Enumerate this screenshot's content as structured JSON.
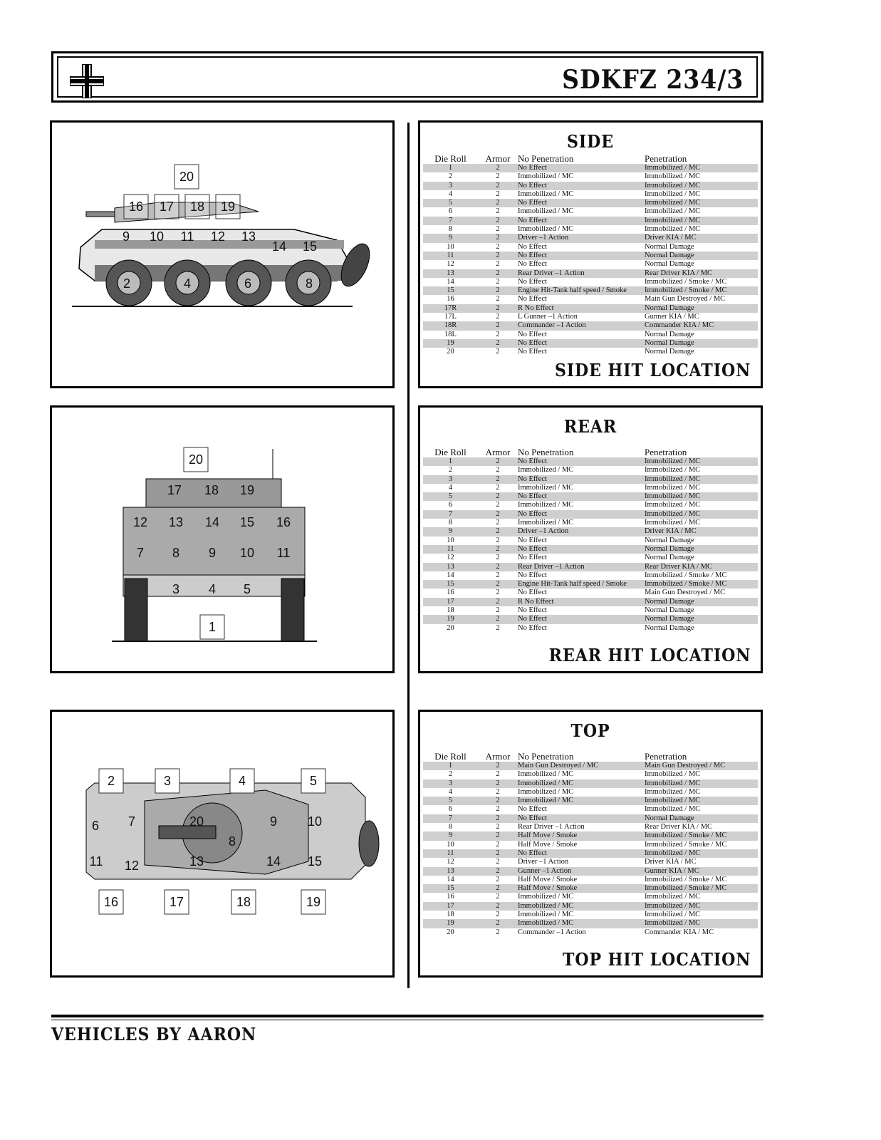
{
  "header": {
    "title": "SDKFZ 234/3"
  },
  "footer": {
    "credit": "VEHICLES BY AARON"
  },
  "columns": [
    "Die Roll",
    "Armor",
    "No Penetration",
    "Penetration"
  ],
  "diagrams": {
    "side": {
      "labels": [
        "20",
        "16",
        "17",
        "18",
        "19",
        "9",
        "10",
        "11",
        "12",
        "13",
        "14",
        "15",
        "2",
        "4",
        "6",
        "8"
      ]
    },
    "rear": {
      "labels": [
        "20",
        "17",
        "18",
        "19",
        "12",
        "13",
        "14",
        "15",
        "16",
        "7",
        "8",
        "9",
        "10",
        "11",
        "3",
        "4",
        "5",
        "1"
      ]
    },
    "top": {
      "labels": [
        "2",
        "3",
        "4",
        "5",
        "6",
        "7",
        "20",
        "8",
        "9",
        "10",
        "11",
        "12",
        "13",
        "14",
        "15",
        "16",
        "17",
        "18",
        "19"
      ]
    }
  },
  "tables": {
    "side": {
      "title": "SIDE",
      "footer": "SIDE HIT LOCATION",
      "rows": [
        [
          "1",
          "2",
          "No Effect",
          "Immobilized / MC"
        ],
        [
          "2",
          "2",
          "Immobilized / MC",
          "Immobilized / MC"
        ],
        [
          "3",
          "2",
          "No Effect",
          "Immobilized / MC"
        ],
        [
          "4",
          "2",
          "Immobilized / MC",
          "Immobilized / MC"
        ],
        [
          "5",
          "2",
          "No Effect",
          "Immobilized / MC"
        ],
        [
          "6",
          "2",
          "Immobilized / MC",
          "Immobilized / MC"
        ],
        [
          "7",
          "2",
          "No Effect",
          "Immobilized / MC"
        ],
        [
          "8",
          "2",
          "Immobilized / MC",
          "Immobilized / MC"
        ],
        [
          "9",
          "2",
          "Driver –1 Action",
          "Driver KIA / MC"
        ],
        [
          "10",
          "2",
          "No Effect",
          "Normal Damage"
        ],
        [
          "11",
          "2",
          "No Effect",
          "Normal Damage"
        ],
        [
          "12",
          "2",
          "No Effect",
          "Normal Damage"
        ],
        [
          "13",
          "2",
          "Rear Driver –1 Action",
          "Rear Driver KIA / MC"
        ],
        [
          "14",
          "2",
          "No Effect",
          "Immobilized / Smoke / MC"
        ],
        [
          "15",
          "2",
          "Engine Hit-Tank half speed / Smoke",
          "Immobilized / Smoke / MC"
        ],
        [
          "16",
          "2",
          "No Effect",
          "Main Gun Destroyed / MC"
        ],
        [
          "17R",
          "2",
          "R No Effect",
          "Normal Damage"
        ],
        [
          "17L",
          "2",
          "L Gunner –1 Action",
          "Gunner KIA / MC"
        ],
        [
          "18R",
          "2",
          "Commander –1 Action",
          "Commander KIA / MC"
        ],
        [
          "18L",
          "2",
          "No Effect",
          "Normal Damage"
        ],
        [
          "19",
          "2",
          "No Effect",
          "Normal Damage"
        ],
        [
          "20",
          "2",
          "No Effect",
          "Normal Damage"
        ]
      ]
    },
    "rear": {
      "title": "REAR",
      "footer": "REAR HIT LOCATION",
      "rows": [
        [
          "1",
          "2",
          "No Effect",
          "Immobilized / MC"
        ],
        [
          "2",
          "2",
          "Immobilized / MC",
          "Immobilized / MC"
        ],
        [
          "3",
          "2",
          "No Effect",
          "Immobilized / MC"
        ],
        [
          "4",
          "2",
          "Immobilized / MC",
          "Immobilized / MC"
        ],
        [
          "5",
          "2",
          "No Effect",
          "Immobilized / MC"
        ],
        [
          "6",
          "2",
          "Immobilized / MC",
          "Immobilized / MC"
        ],
        [
          "7",
          "2",
          "No Effect",
          "Immobilized / MC"
        ],
        [
          "8",
          "2",
          "Immobilized / MC",
          "Immobilized / MC"
        ],
        [
          "9",
          "2",
          "Driver –1 Action",
          "Driver KIA / MC"
        ],
        [
          "10",
          "2",
          "No Effect",
          "Normal Damage"
        ],
        [
          "11",
          "2",
          "No Effect",
          "Normal Damage"
        ],
        [
          "12",
          "2",
          "No Effect",
          "Normal Damage"
        ],
        [
          "13",
          "2",
          "Rear Driver –1 Action",
          "Rear Driver KIA / MC"
        ],
        [
          "14",
          "2",
          "No Effect",
          "Immobilized / Smoke / MC"
        ],
        [
          "15",
          "2",
          "Engine Hit-Tank half speed / Smoke",
          "Immobilized / Smoke / MC"
        ],
        [
          "16",
          "2",
          "No Effect",
          "Main Gun Destroyed / MC"
        ],
        [
          "17",
          "2",
          "R No Effect",
          "Normal Damage"
        ],
        [
          "18",
          "2",
          "No Effect",
          "Normal Damage"
        ],
        [
          "19",
          "2",
          "No Effect",
          "Normal Damage"
        ],
        [
          "20",
          "2",
          "No Effect",
          "Normal Damage"
        ]
      ]
    },
    "top": {
      "title": "TOP",
      "footer": "TOP HIT LOCATION",
      "rows": [
        [
          "1",
          "2",
          "Main Gun Destroyed / MC",
          "Main Gun Destroyed / MC"
        ],
        [
          "2",
          "2",
          "Immobilized / MC",
          "Immobilized / MC"
        ],
        [
          "3",
          "2",
          "Immobilized / MC",
          "Immobilized / MC"
        ],
        [
          "4",
          "2",
          "Immobilized / MC",
          "Immobilized / MC"
        ],
        [
          "5",
          "2",
          "Immobilized / MC",
          "Immobilized / MC"
        ],
        [
          "6",
          "2",
          "No Effect",
          "Immobilized / MC"
        ],
        [
          "7",
          "2",
          "No Effect",
          "Normal Damage"
        ],
        [
          "8",
          "2",
          "Rear Driver –1 Action",
          "Rear Driver KIA / MC"
        ],
        [
          "9",
          "2",
          "Half Move / Smoke",
          "Immobilized / Smoke / MC"
        ],
        [
          "10",
          "2",
          "Half Move / Smoke",
          "Immobilized / Smoke / MC"
        ],
        [
          "11",
          "2",
          "No Effect",
          "Immobilized / MC"
        ],
        [
          "12",
          "2",
          "Driver –1 Action",
          "Driver KIA / MC"
        ],
        [
          "13",
          "2",
          "Gunner –1 Action",
          "Gunner KIA / MC"
        ],
        [
          "14",
          "2",
          "Half Move / Smoke",
          "Immobilized / Smoke / MC"
        ],
        [
          "15",
          "2",
          "Half Move / Smoke",
          "Immobilized / Smoke / MC"
        ],
        [
          "16",
          "2",
          "Immobilized / MC",
          "Immobilized / MC"
        ],
        [
          "17",
          "2",
          "Immobilized / MC",
          "Immobilized / MC"
        ],
        [
          "18",
          "2",
          "Immobilized / MC",
          "Immobilized / MC"
        ],
        [
          "19",
          "2",
          "Immobilized / MC",
          "Immobilized / MC"
        ],
        [
          "20",
          "2",
          "Commander –1 Action",
          "Commander KIA / MC"
        ]
      ]
    }
  }
}
